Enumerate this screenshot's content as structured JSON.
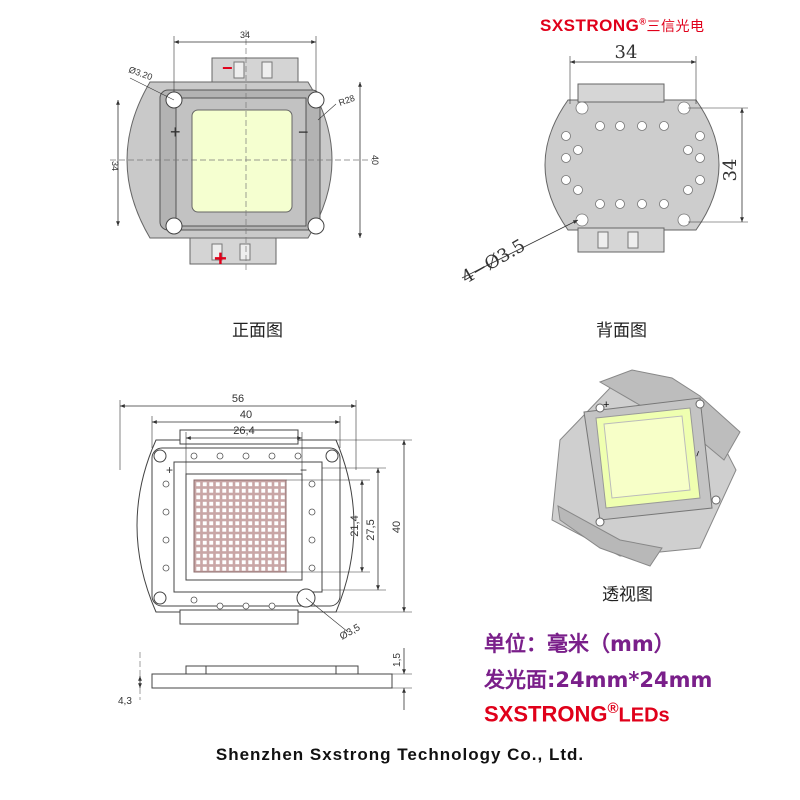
{
  "brand": {
    "name_top": "SXSTRONG",
    "reg_mark": "®",
    "cn_name": "三信光电",
    "name_bottom": "SXSTRONG",
    "suffix_bottom": "LEDs",
    "red": "#e0001a"
  },
  "captions": {
    "front": "正面图",
    "back": "背面图",
    "perspective": "透视图"
  },
  "front_view": {
    "dim_width": "34",
    "dim_height": "34",
    "dim_outer": "40",
    "dim_hole": "Ø3.20",
    "dim_radius": "R28",
    "plus": "+",
    "minus": "−"
  },
  "back_view": {
    "dim_width": "34",
    "dim_height": "34",
    "dim_holes": "4−Ø3.5"
  },
  "technical_view": {
    "dim_56": "56",
    "dim_40_top": "40",
    "dim_26_4": "26,4",
    "dim_21_4": "21,4",
    "dim_27_5": "27,5",
    "dim_40_side": "40",
    "dim_hole": "Ø3,5",
    "dim_1_5": "1,5",
    "dim_4_3": "4,3",
    "plus": "+",
    "minus": "−"
  },
  "perspective_view": {
    "plus": "+",
    "minus": "−"
  },
  "specs": {
    "unit": "单位：毫米（mm）",
    "emitting_area": "发光面:24mm*24mm",
    "text_color": "#7a1f8a"
  },
  "footer": {
    "company": "Shenzhen Sxstrong Technology Co., Ltd."
  }
}
